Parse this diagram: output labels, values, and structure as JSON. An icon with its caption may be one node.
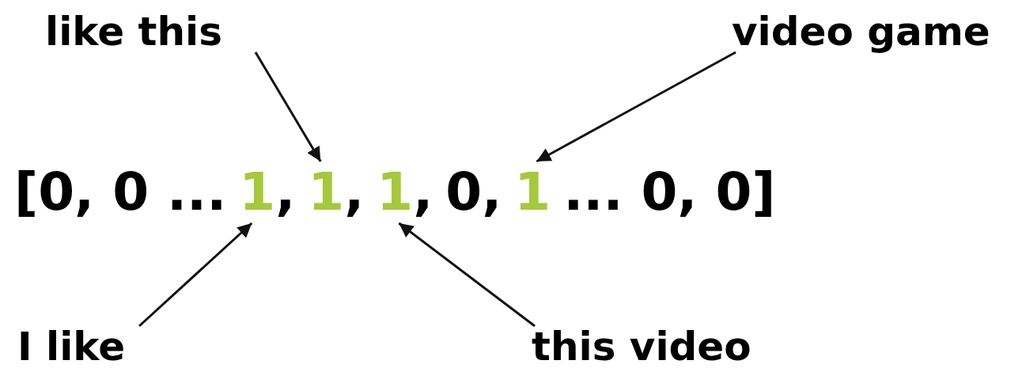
{
  "diagram": {
    "nodes": [
      {
        "text": [
          "like this"
        ]
      },
      {
        "text": [
          "video game"
        ]
      },
      {
        "text": [
          "[0, 0 ..."
        ]
      },
      {
        "text": [
          "1,"
        ]
      },
      {
        "text": [
          "1,"
        ]
      },
      {
        "text": [
          "1,"
        ]
      },
      {
        "text": [
          "0,"
        ]
      },
      {
        "text": [
          "1"
        ]
      },
      {
        "text": [
          "... 0, 0]"
        ]
      },
      {
        "text": [
          "I like"
        ]
      },
      {
        "text": [
          "this video"
        ]
      }
    ],
    "edges": [
      {
        "from": 0,
        "to": 4,
        "arrow": "to"
      },
      {
        "from": 1,
        "to": 7,
        "arrow": "to"
      },
      {
        "from": 9,
        "to": 3,
        "arrow": "to"
      },
      {
        "from": 10,
        "to": 5,
        "arrow": "to"
      }
    ]
  }
}
